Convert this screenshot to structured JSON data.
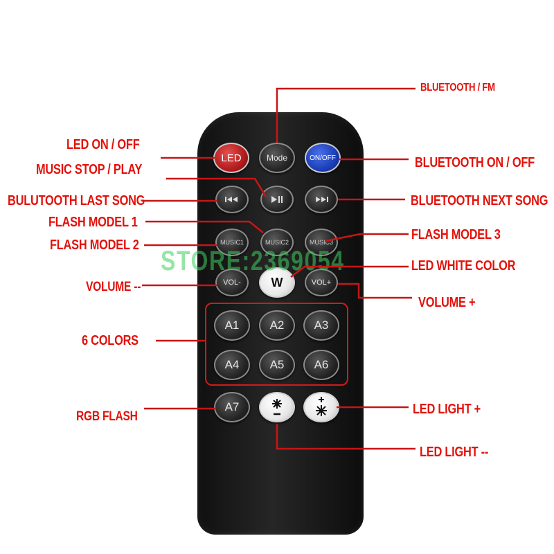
{
  "colors": {
    "label": "#e3120b",
    "line": "#c81515",
    "watermark": "#3fd060"
  },
  "remote": {
    "buttons": {
      "led": "LED",
      "mode": "Mode",
      "onoff": "ON/OFF",
      "prev_icon": "previous-track-icon",
      "playpause_icon": "play-pause-icon",
      "next_icon": "next-track-icon",
      "music1": "MUSIC1",
      "music2": "MUSIC2",
      "music3": "MUSIC3",
      "vol_minus": "VOL-",
      "white": "W",
      "vol_plus": "VOL+",
      "a1": "A1",
      "a2": "A2",
      "a3": "A3",
      "a4": "A4",
      "a5": "A5",
      "a6": "A6",
      "a7": "A7",
      "light_minus_icon": "sun-minus-icon",
      "light_plus_icon": "sun-plus-icon"
    }
  },
  "watermark": "STORE:2369054",
  "labels": {
    "bluetooth_fm": "BLUETOOTH / FM",
    "led_onoff": "LED ON / OFF",
    "bluetooth_onoff": "BLUETOOTH ON / OFF",
    "music_stop_play": "MUSIC STOP / PLAY",
    "last_song": "BULUTOOTH LAST SONG",
    "next_song": "BLUETOOTH NEXT SONG",
    "flash1": "FLASH MODEL 1",
    "flash2": "FLASH MODEL 2",
    "flash3": "FLASH MODEL 3",
    "white_color": "LED WHITE COLOR",
    "volume_minus": "VOLUME --",
    "volume_plus": "VOLUME +",
    "six_colors": "6 COLORS",
    "rgb_flash": "RGB FLASH",
    "light_plus": "LED LIGHT +",
    "light_minus": "LED LIGHT --"
  }
}
